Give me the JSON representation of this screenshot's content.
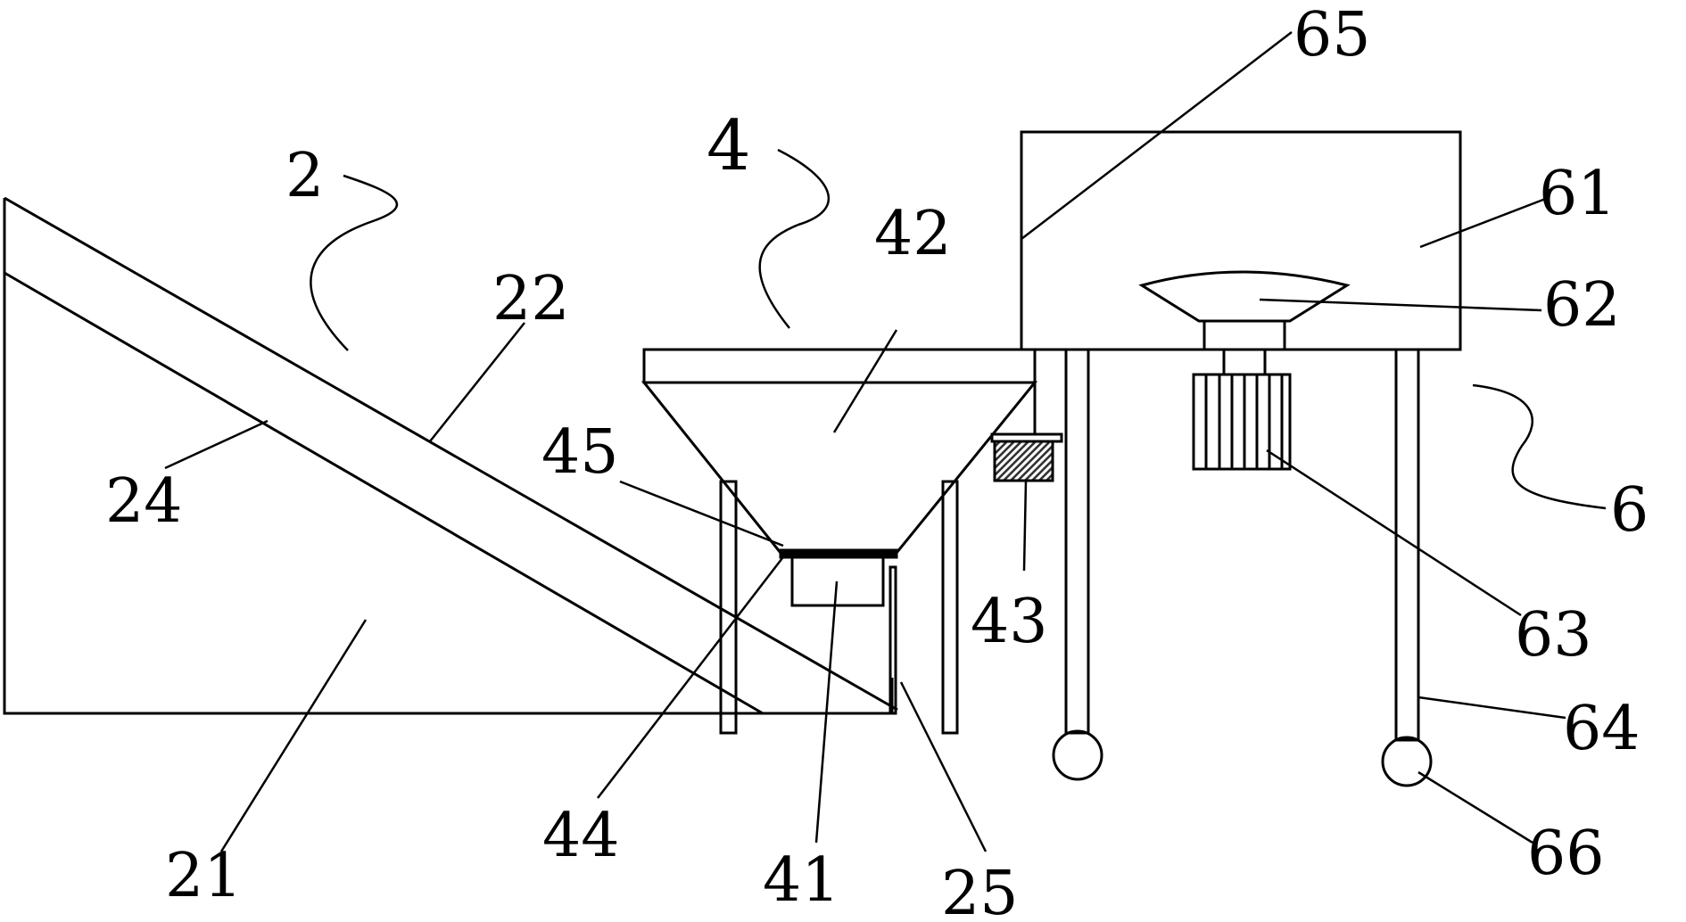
{
  "figure": {
    "stroke_color": "#000000",
    "background_color": "#ffffff",
    "hatch_color": "#333333",
    "labels": {
      "l2": "2",
      "l4": "4",
      "l6": "6",
      "l21": "21",
      "l22": "22",
      "l24": "24",
      "l25": "25",
      "l41": "41",
      "l42": "42",
      "l43": "43",
      "l44": "44",
      "l45": "45",
      "l61": "61",
      "l62": "62",
      "l63": "63",
      "l64": "64",
      "l65": "65",
      "l66": "66"
    }
  }
}
